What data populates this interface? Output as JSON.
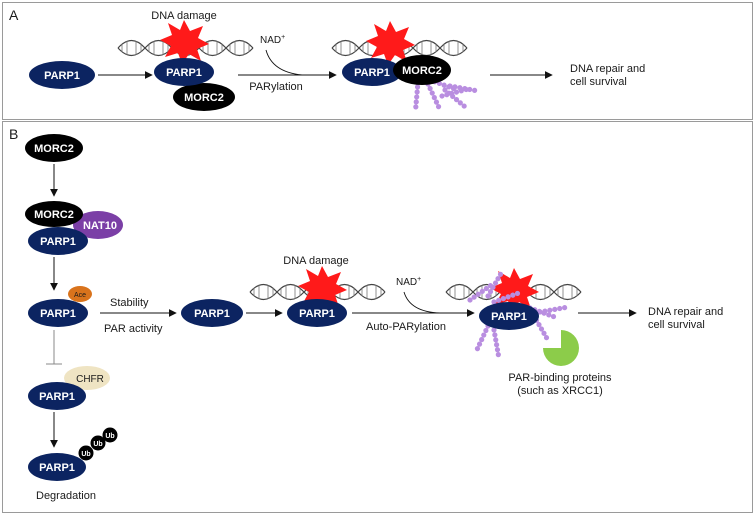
{
  "panels": {
    "a": "A",
    "b": "B"
  },
  "labels": {
    "dna_damage": "DNA damage",
    "nad": "NAD",
    "nad_sup": "+",
    "parylation": "PARylation",
    "auto_parylation": "Auto-PARylation",
    "repair_line1": "DNA repair and",
    "repair_line2": "cell survival",
    "stability": "Stability",
    "par_activity": "PAR activity",
    "par_binding_line1": "PAR-binding proteins",
    "par_binding_line2": "(such as XRCC1)",
    "degradation": "Degradation"
  },
  "proteins": {
    "parp1": "PARP1",
    "morc2": "MORC2",
    "nat10": "NAT10",
    "chfr": "CHFR",
    "ace": "Ace",
    "ub": "Ub"
  },
  "colors": {
    "parp1": "#0c2461",
    "morc2": "#000000",
    "nat10": "#7b3fa6",
    "chfr": "#efe4c3",
    "ace": "#d9731c",
    "damage": "#ff1a1a",
    "par_chain": "#b98ee0",
    "par_binding": "#8ccc4a",
    "border": "#9a9a9a",
    "arrow": "#111111"
  }
}
